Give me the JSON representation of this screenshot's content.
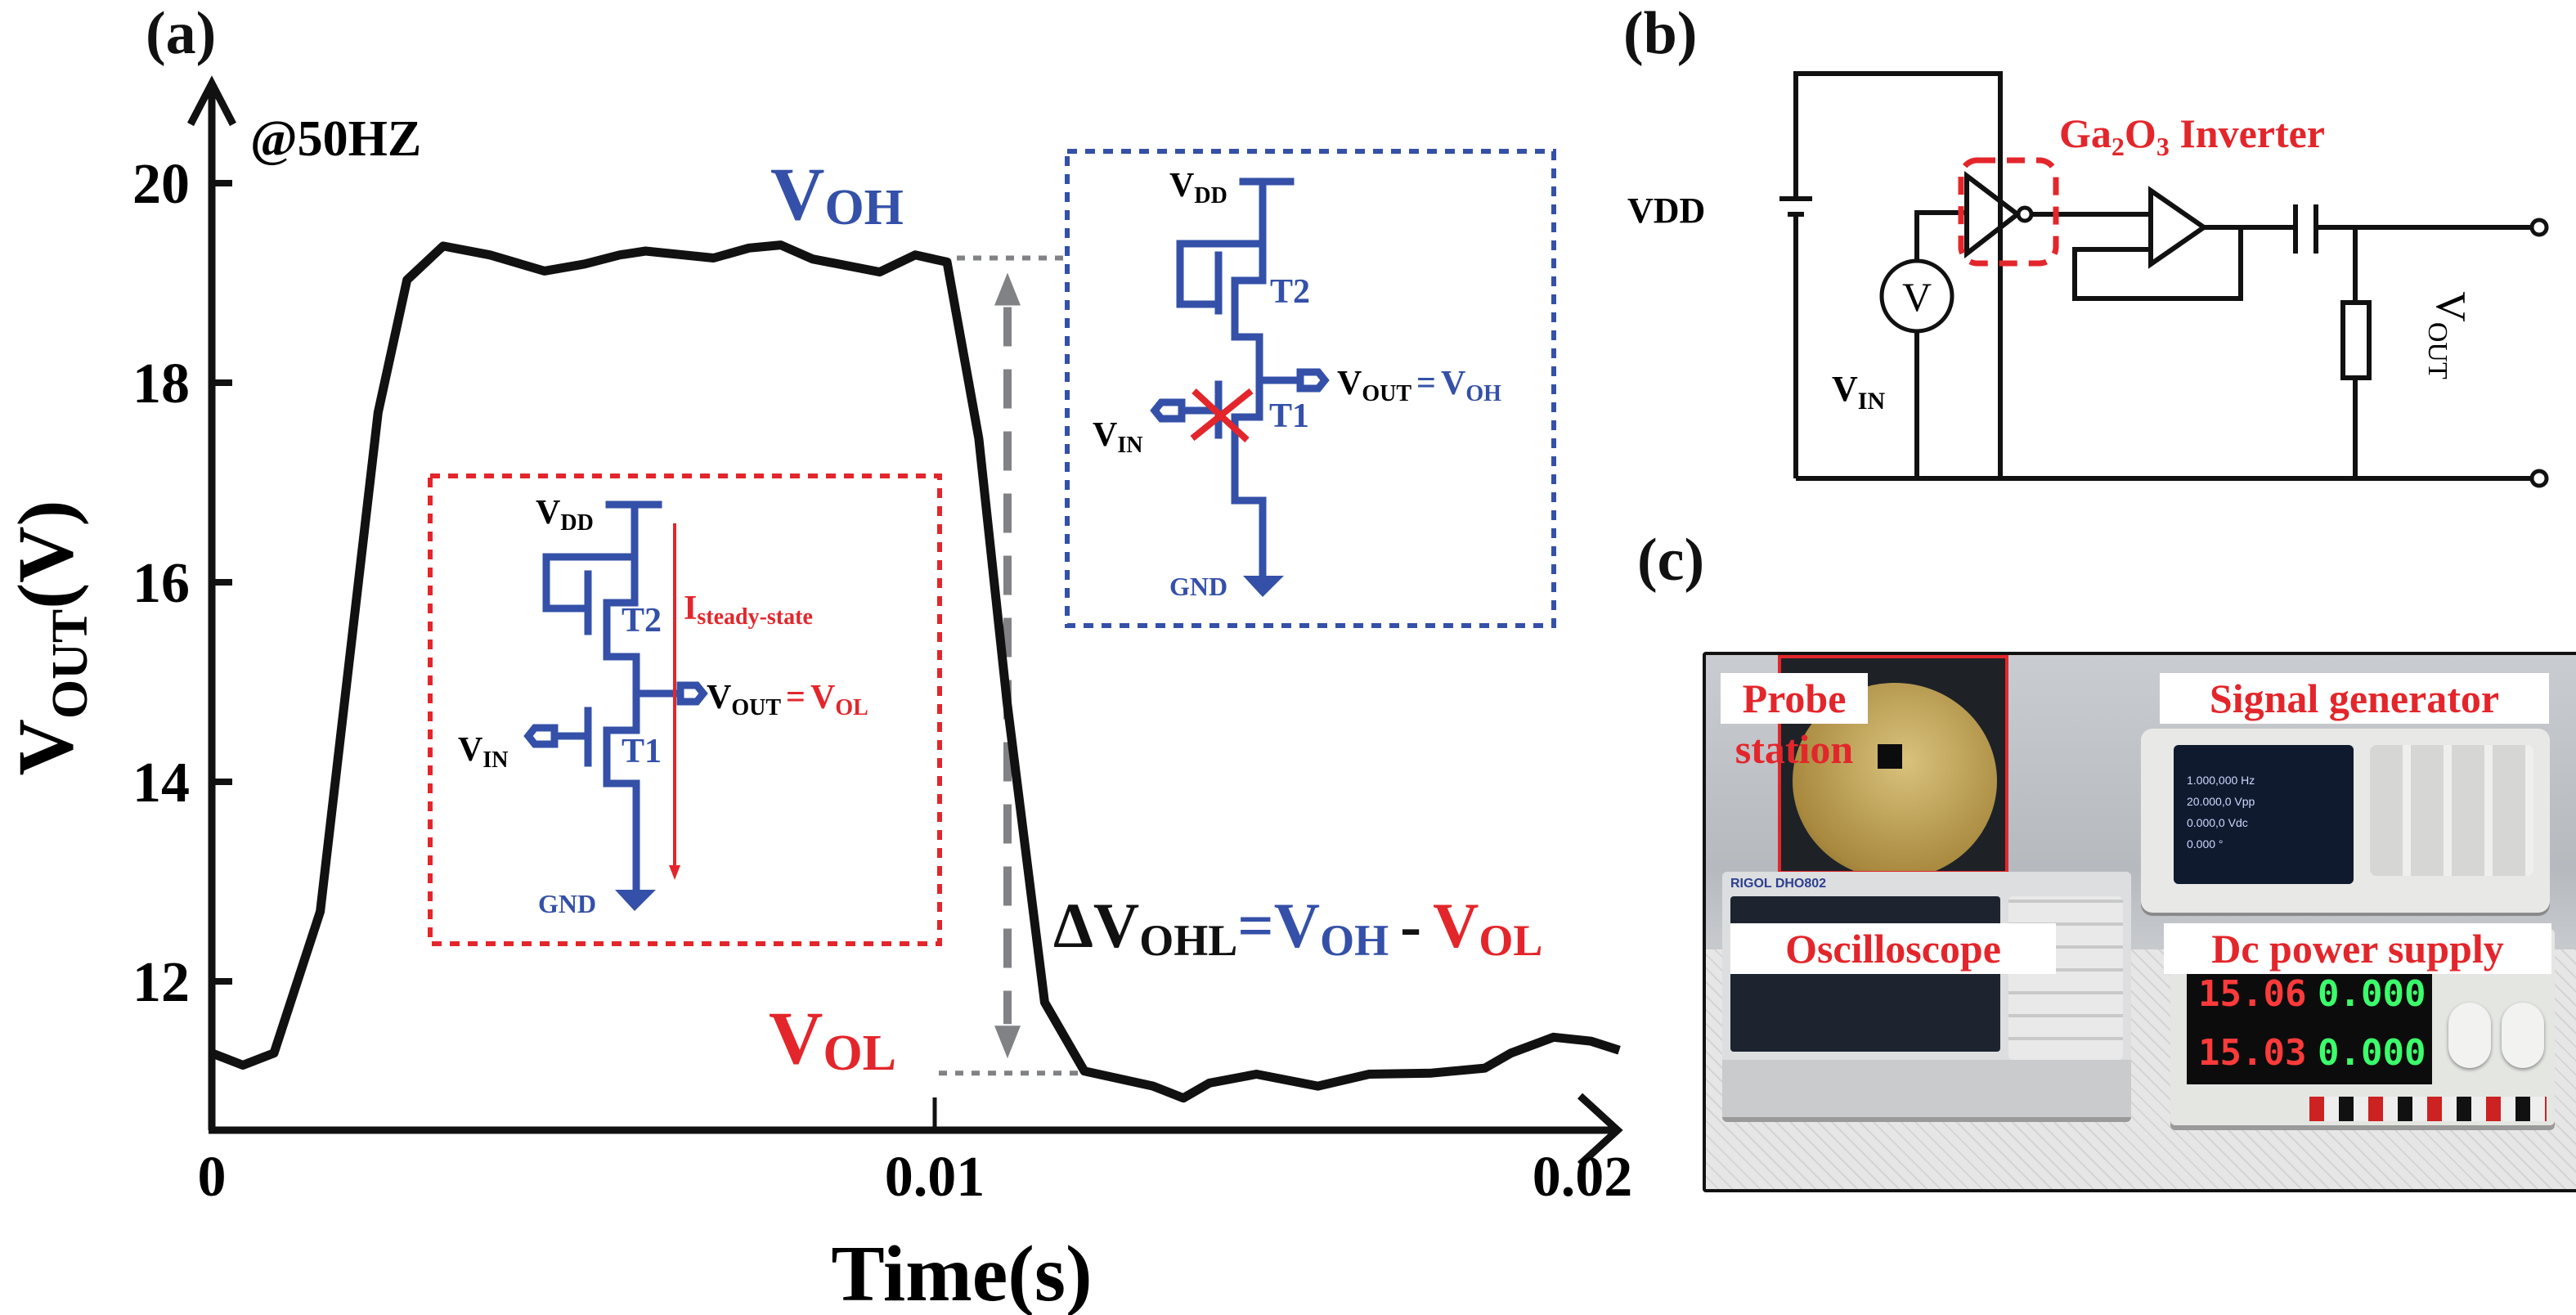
{
  "panels": {
    "a": "(a)",
    "b": "(b)",
    "c": "(c)"
  },
  "chart_data": {
    "type": "line",
    "title": "",
    "annotation_frequency": "@50HZ",
    "xlabel": "Time(s)",
    "ylabel": "V",
    "ylabel_sub": "OUT",
    "ylabel_unit": "(V)",
    "xlim": [
      0,
      0.02
    ],
    "ylim": [
      10.55,
      20.8
    ],
    "xticks": [
      0,
      0.01,
      0.02
    ],
    "xtick_labels": [
      "0",
      "0.01",
      "0.02"
    ],
    "yticks": [
      12,
      14,
      16,
      18,
      20
    ],
    "ytick_labels": [
      "12",
      "14",
      "16",
      "18",
      "20"
    ],
    "grid": false,
    "series": [
      {
        "name": "VOUT",
        "color": "#111111",
        "x": [
          0,
          0.00043,
          0.00086,
          0.0015,
          0.0023,
          0.0027,
          0.0032,
          0.00385,
          0.0046,
          0.00516,
          0.00564,
          0.006,
          0.00694,
          0.00743,
          0.00787,
          0.00831,
          0.00924,
          0.00973,
          0.01017,
          0.01061,
          0.011,
          0.01152,
          0.01207,
          0.01302,
          0.01344,
          0.0138,
          0.01445,
          0.0153,
          0.01601,
          0.01687,
          0.01761,
          0.01797,
          0.01856,
          0.01908,
          0.01947
        ],
        "y": [
          11.28,
          11.16,
          11.28,
          12.7,
          17.7,
          19.03,
          19.37,
          19.28,
          19.12,
          19.19,
          19.28,
          19.32,
          19.25,
          19.35,
          19.38,
          19.24,
          19.11,
          19.28,
          19.21,
          17.44,
          14.8,
          11.79,
          11.1,
          10.95,
          10.83,
          10.98,
          11.07,
          10.95,
          11.07,
          11.08,
          11.13,
          11.28,
          11.44,
          11.4,
          11.31
        ]
      }
    ],
    "reference_levels": {
      "VOH": 19.25,
      "VOL": 11.08,
      "VOH_label": "V",
      "VOH_sub": "OH",
      "VOL_label": "V",
      "VOL_sub": "OL",
      "VOH_color": "#3450a8",
      "VOL_color": "#e3262b",
      "guide_color": "#808285"
    },
    "equation": {
      "delta": "ΔV",
      "delta_sub": "OHL",
      "eq": "=",
      "voh": "V",
      "voh_sub": "OH",
      "minus": "-",
      "vol": "V",
      "vol_sub": "OL"
    }
  },
  "inset_high": {
    "border_color": "#3450a8",
    "vdd": "V",
    "vdd_sub": "DD",
    "t2": "T2",
    "t1": "T1",
    "vout": "V",
    "vout_sub": "OUT",
    "eq": "=",
    "vo": "V",
    "vo_sub": "OH",
    "vin": "V",
    "vin_sub": "IN",
    "gnd": "GND",
    "t1_state": "off"
  },
  "inset_low": {
    "border_color": "#e3262b",
    "vdd": "V",
    "vdd_sub": "DD",
    "t2": "T2",
    "t1": "T1",
    "current": "I",
    "current_sub": "steady-state",
    "vout": "V",
    "vout_sub": "OUT",
    "eq": "=",
    "vo": "V",
    "vo_sub": "OL",
    "vin": "V",
    "vin_sub": "IN",
    "gnd": "GND"
  },
  "circuit_b": {
    "vdd": "VDD",
    "vin": "V",
    "vin_sub": "IN",
    "meter": "V",
    "inverter_label": "Ga",
    "inverter_sub1": "2",
    "inverter_o": "O",
    "inverter_sub2": "3",
    "inverter_rest": " Inverter",
    "vout": "V",
    "vout_sub": "OUT",
    "highlight_color": "#e3262b"
  },
  "photo_c": {
    "labels": [
      "Probe station",
      "Signal generator",
      "Oscilloscope",
      "Dc power supply"
    ],
    "oscilloscope_brand": "RIGOL DHO802",
    "psu_ch1_voltage": "15.06",
    "psu_ch1_current": "0.000",
    "psu_ch2_voltage": "15.03",
    "psu_ch2_current": "0.000",
    "siggen_lines": [
      "1.000,000 Hz",
      "20.000,0 Vpp",
      "0.000,0 Vdc",
      "0.000 °"
    ]
  }
}
